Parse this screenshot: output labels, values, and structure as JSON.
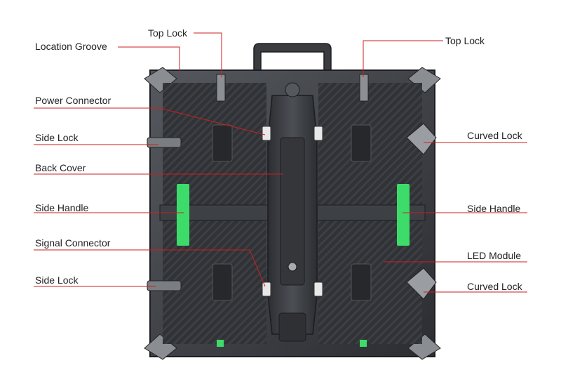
{
  "labels": {
    "top_lock_left": "Top Lock",
    "top_lock_right": "Top Lock",
    "location_groove": "Location Groove",
    "power_connector": "Power Connector",
    "side_lock_upper": "Side Lock",
    "back_cover": "Back Cover",
    "side_handle_left": "Side Handle",
    "signal_connector": "Signal Connector",
    "side_lock_lower": "Side Lock",
    "curved_lock_upper": "Curved Lock",
    "side_handle_right": "Side Handle",
    "led_module": "LED Module",
    "curved_lock_lower": "Curved Lock"
  },
  "colors": {
    "leader_line": "#cc1f1f",
    "cabinet_dark": "#2a2c30",
    "cabinet_mid": "#4a4d52",
    "cabinet_light": "#7d8086",
    "handle_green": "#3ddc6a"
  }
}
